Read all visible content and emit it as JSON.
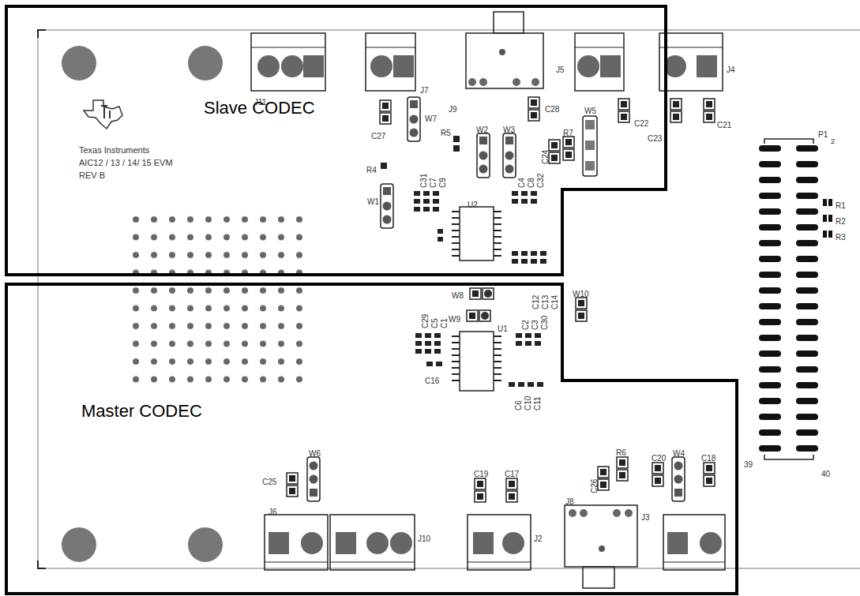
{
  "diagram": {
    "nodes": [
      {
        "text": [
          "Slave CODEC"
        ]
      },
      {
        "text": [
          "Master CODEC"
        ]
      }
    ],
    "labels": [
      "J11",
      "J7",
      "J9",
      "J5",
      "J4",
      "W7",
      "C28",
      "C27",
      "C22",
      "C23",
      "C21",
      "Texas Instruments",
      "AIC12 / 13 / 14/ 15 EVM",
      "REV B",
      "R5",
      "W2",
      "W3",
      "R7",
      "W5",
      "C24",
      "R4",
      "W1",
      "U2",
      "C31",
      "C7",
      "C9",
      "C4",
      "C8",
      "C32",
      "W8",
      "C12",
      "C13",
      "C14",
      "W9",
      "W10",
      "U1",
      "C29",
      "C5",
      "C1",
      "C2",
      "C3",
      "C30",
      "C16",
      "C6",
      "C10",
      "C11",
      "P1",
      "2",
      "R1",
      "R2",
      "R3",
      "39",
      "40",
      "W6",
      "C25",
      "J6",
      "J10",
      "J2",
      "C19",
      "C17",
      "J8",
      "J3",
      "R6",
      "C26",
      "C20",
      "W4",
      "C18"
    ]
  }
}
